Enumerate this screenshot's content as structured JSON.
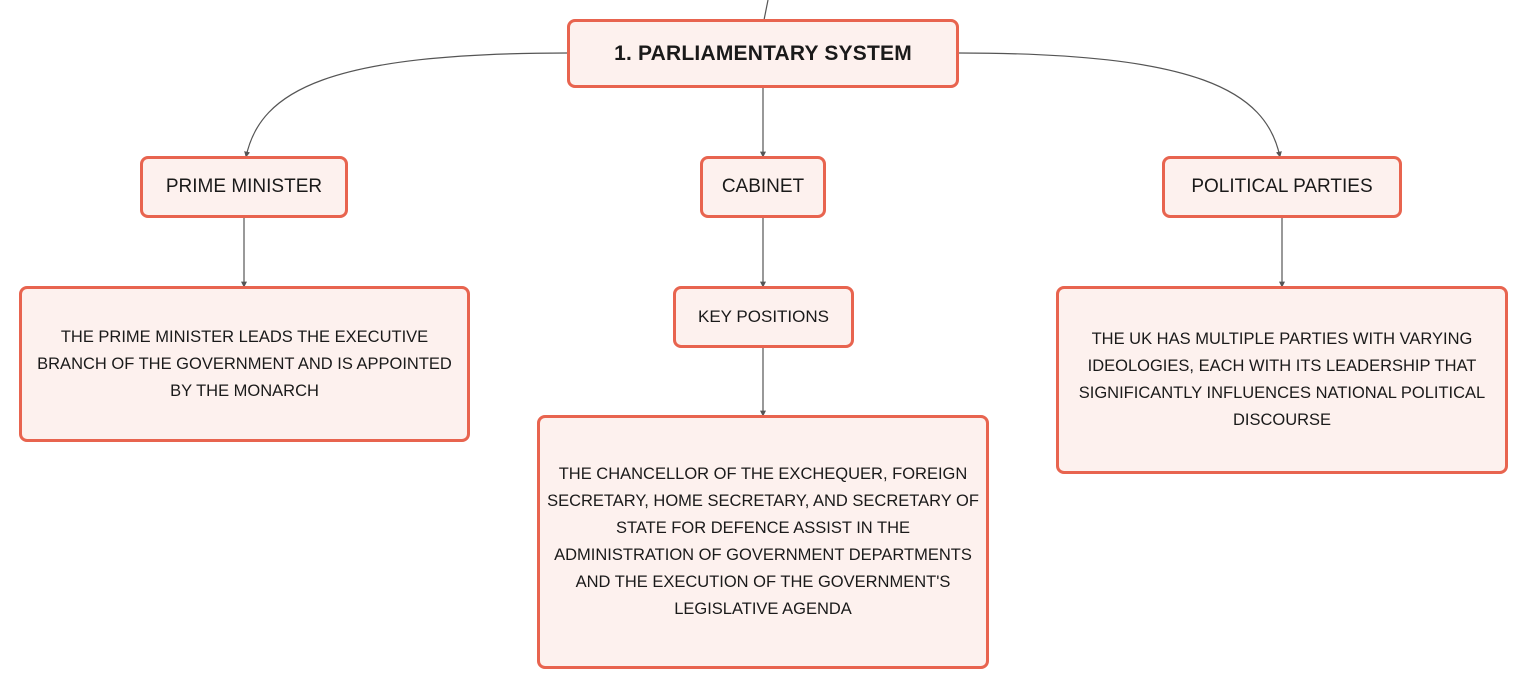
{
  "mindmap": {
    "root": {
      "label": "1. PARLIAMENTARY SYSTEM"
    },
    "branches": [
      {
        "label": "PRIME MINISTER",
        "description": "THE PRIME MINISTER LEADS THE EXECUTIVE BRANCH OF THE GOVERNMENT AND IS APPOINTED BY THE MONARCH"
      },
      {
        "label": "CABINET",
        "sub_label": "KEY POSITIONS",
        "description": "THE CHANCELLOR OF THE EXCHEQUER, FOREIGN SECRETARY, HOME SECRETARY, AND SECRETARY OF STATE FOR DEFENCE ASSIST IN THE ADMINISTRATION OF GOVERNMENT DEPARTMENTS AND THE EXECUTION OF THE GOVERNMENT'S LEGISLATIVE AGENDA"
      },
      {
        "label": "POLITICAL PARTIES",
        "description": "THE UK HAS MULTIPLE PARTIES WITH VARYING IDEOLOGIES, EACH WITH ITS LEADERSHIP THAT SIGNIFICANTLY INFLUENCES NATIONAL POLITICAL DISCOURSE"
      }
    ]
  },
  "colors": {
    "node_border": "#e8644f",
    "node_fill": "#fdf1ee",
    "connector": "#555555"
  }
}
